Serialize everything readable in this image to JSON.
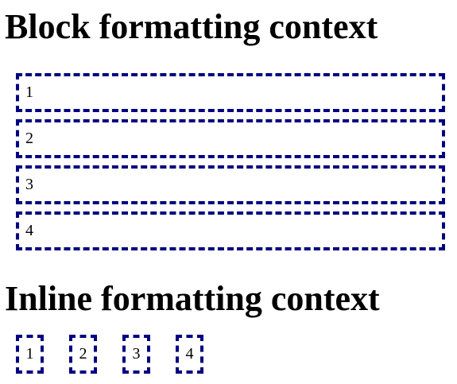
{
  "block_section": {
    "title": "Block formatting context",
    "items": [
      "1",
      "2",
      "3",
      "4"
    ]
  },
  "inline_section": {
    "title": "Inline formatting context",
    "items": [
      "1",
      "2",
      "3",
      "4"
    ]
  },
  "colors": {
    "border": "#000080",
    "text": "#000000",
    "background": "#ffffff"
  }
}
